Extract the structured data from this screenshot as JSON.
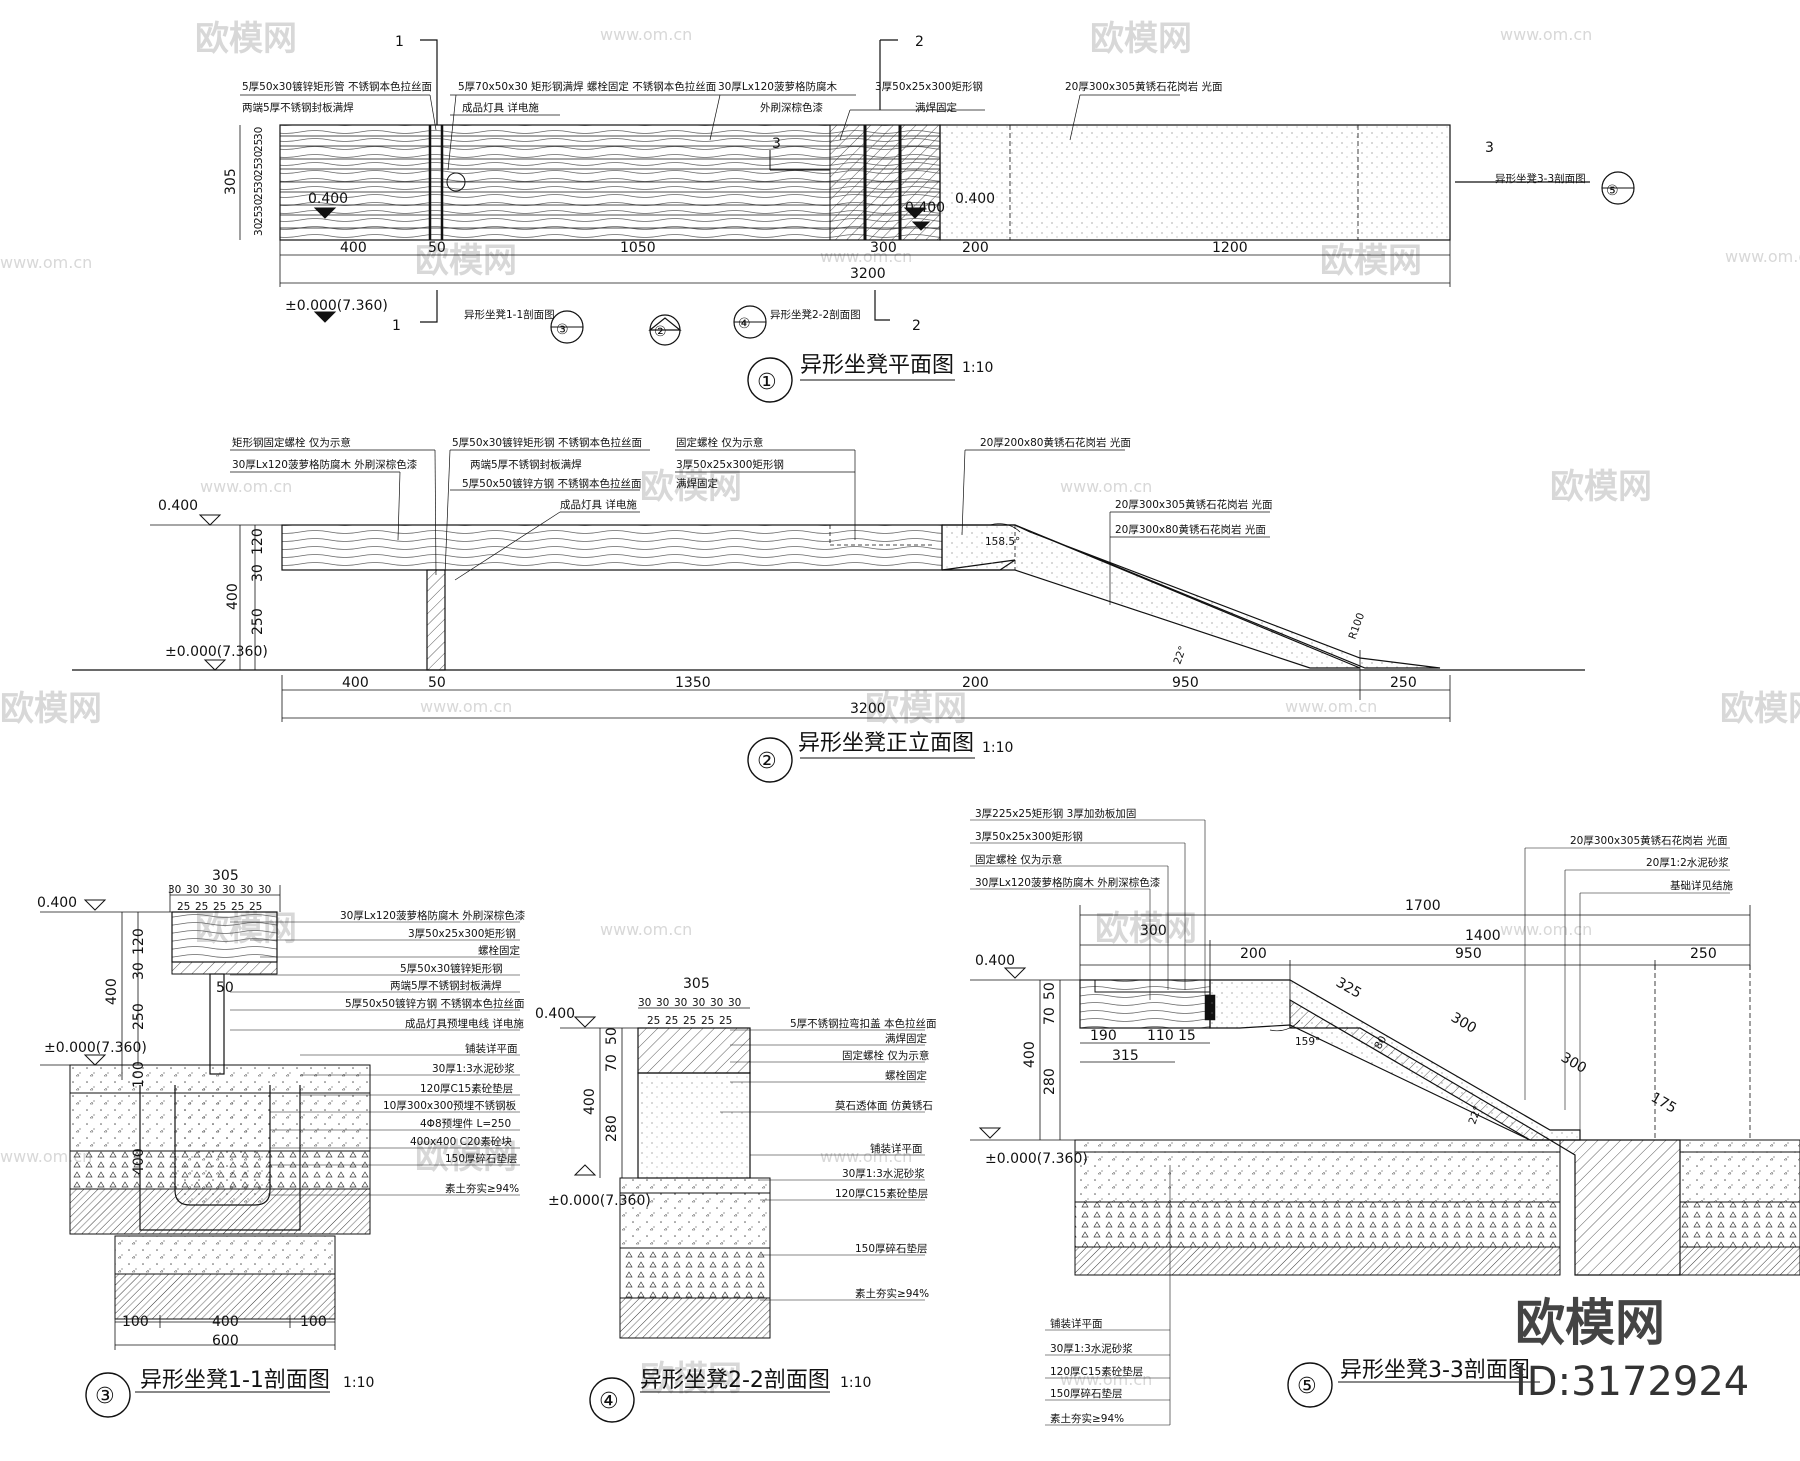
{
  "watermark": {
    "brand": "欧模网",
    "url": "www.om.cn",
    "big_brand": "欧模网",
    "model_id": "ID:3172924"
  },
  "views": {
    "plan": {
      "number": "①",
      "title": "异形坐凳平面图",
      "scale": "1:10",
      "notes": {
        "n1": "5厚50x30镀锌矩形管 不锈钢本色拉丝面",
        "n1b": "两端5厚不锈钢封板满焊",
        "n2": "5厚70x50x30 矩形钢满焊 螺栓固定 不锈钢本色拉丝面",
        "n3": "30厚Lx120菠萝格防腐木",
        "n3b": "外刷深棕色漆",
        "n4": "3厚50x25x300矩形钢",
        "n4b": "满焊固定",
        "n5": "20厚300x305黄锈石花岗岩 光面",
        "n6": "成品灯具 详电施",
        "ref3": "异形坐凳3-3剖面图",
        "ref1": "异形坐凳1-1剖面图",
        "ref2": "异形坐凳2-2剖面图"
      },
      "section_marks": {
        "s1": "1",
        "s2": "2",
        "s3": "3",
        "c3": "③",
        "c4": "④",
        "c5": "⑤",
        "c2": "②"
      },
      "levels": {
        "top_a": "0.400",
        "top_b": "0.400",
        "top_c": "0.400",
        "ground": "±0.000(7.360)"
      },
      "dims": {
        "d400": "400",
        "d50": "50",
        "d1050": "1050",
        "d300": "300",
        "d200": "200",
        "d1200": "1200",
        "total": "3200",
        "height": "305",
        "rows": [
          "30",
          "25",
          "30",
          "25",
          "30",
          "25",
          "30",
          "25",
          "30"
        ]
      }
    },
    "elevation": {
      "number": "②",
      "title": "异形坐凳正立面图",
      "scale": "1:10",
      "notes": {
        "e1": "矩形钢固定螺栓 仅为示意",
        "e2": "30厚Lx120菠萝格防腐木 外刷深棕色漆",
        "e3": "5厚50x30镀锌矩形钢 不锈钢本色拉丝面",
        "e3b": "两端5厚不锈钢封板满焊",
        "e4": "5厚50x50镀锌方钢 不锈钢本色拉丝面",
        "e5": "成品灯具 详电施",
        "e6": "固定螺栓 仅为示意",
        "e7": "3厚50x25x300矩形钢",
        "e7b": "满焊固定",
        "e8": "20厚200x80黄锈石花岗岩 光面",
        "e9": "20厚300x305黄锈石花岗岩 光面",
        "e10": "20厚300x80黄锈石花岗岩 光面"
      },
      "levels": {
        "top": "0.400",
        "ground": "±0.000(7.360)"
      },
      "angles": {
        "a1": "158.5°",
        "a2": "22°",
        "r": "R100"
      },
      "dims": {
        "v120": "120",
        "v30": "30",
        "v250": "250",
        "v400": "400",
        "d400": "400",
        "d50": "50",
        "d1350": "1350",
        "d200": "200",
        "d950": "950",
        "d250": "250",
        "total": "3200"
      }
    },
    "section11": {
      "number": "③",
      "title": "异形坐凳1-1剖面图",
      "scale": "1:10",
      "notes": [
        "30厚Lx120菠萝格防腐木 外刷深棕色漆",
        "3厚50x25x300矩形钢",
        "螺栓固定",
        "5厚50x30镀锌矩形钢",
        "两端5厚不锈钢封板满焊",
        "5厚50x50镀锌方钢 不锈钢本色拉丝面",
        "成品灯具预埋电线 详电施",
        "铺装详平面",
        "30厚1:3水泥砂浆",
        "120厚C15素砼垫层",
        "10厚300x300预埋不锈钢板",
        "4Φ8预埋件 L=250",
        "400x400 C20素砼块",
        "150厚碎石垫层",
        "素土夯实≥94%"
      ],
      "levels": {
        "top": "0.400",
        "ground": "±0.000(7.360)"
      },
      "dims": {
        "top": "305",
        "cols30": [
          "30",
          "30",
          "30",
          "30",
          "30",
          "30"
        ],
        "cols25": [
          "25",
          "25",
          "25",
          "25",
          "25"
        ],
        "v120": "120",
        "v30": "30",
        "v250": "250",
        "v400": "400",
        "v50": "50",
        "v100": "100",
        "v400b": "400",
        "b100a": "100",
        "b400": "400",
        "b100b": "100",
        "b600": "600"
      }
    },
    "section22": {
      "number": "④",
      "title": "异形坐凳2-2剖面图",
      "scale": "1:10",
      "notes": [
        "5厚不锈钢拉弯扣盖 本色拉丝面",
        "满焊固定",
        "固定螺栓 仅为示意",
        "螺栓固定",
        "莫石透体面 仿黄锈石",
        "铺装详平面",
        "30厚1:3水泥砂浆",
        "120厚C15素砼垫层",
        "150厚碎石垫层",
        "素土夯实≥94%"
      ],
      "levels": {
        "top": "0.400",
        "ground": "±0.000(7.360)"
      },
      "dims": {
        "top": "305",
        "cols30": [
          "30",
          "30",
          "30",
          "30",
          "30",
          "30"
        ],
        "cols25": [
          "25",
          "25",
          "25",
          "25",
          "25"
        ],
        "v50": "50",
        "v70": "70",
        "v280": "280",
        "v400": "400"
      }
    },
    "section33": {
      "number": "⑤",
      "title": "异形坐凳3-3剖面图",
      "scale": "1:10",
      "notes_left": [
        "3厚225x25矩形钢 3厚加劲板加固",
        "3厚50x25x300矩形钢",
        "固定螺栓 仅为示意",
        "30厚Lx120菠萝格防腐木 外刷深棕色漆"
      ],
      "notes_right": [
        "20厚300x305黄锈石花岗岩 光面",
        "20厚1:2水泥砂浆",
        "基础详见结施"
      ],
      "notes_bottom": [
        "铺装详平面",
        "30厚1:3水泥砂浆",
        "120厚C15素砼垫层",
        "150厚碎石垫层",
        "素土夯实≥94%"
      ],
      "levels": {
        "top": "0.400",
        "ground": "±0.000(7.360)"
      },
      "angles": {
        "a1": "159°",
        "a2": "22°"
      },
      "dims": {
        "d1700": "1700",
        "d1400": "1400",
        "d300": "300",
        "d200": "200",
        "d950": "950",
        "d250": "250",
        "s325": "325",
        "s300a": "300",
        "s300b": "300",
        "s175": "175",
        "s80": "80",
        "v50": "50",
        "v70": "70",
        "v280": "280",
        "v400": "400",
        "b190": "190",
        "b110": "110",
        "b15": "15",
        "b315": "315"
      }
    }
  }
}
